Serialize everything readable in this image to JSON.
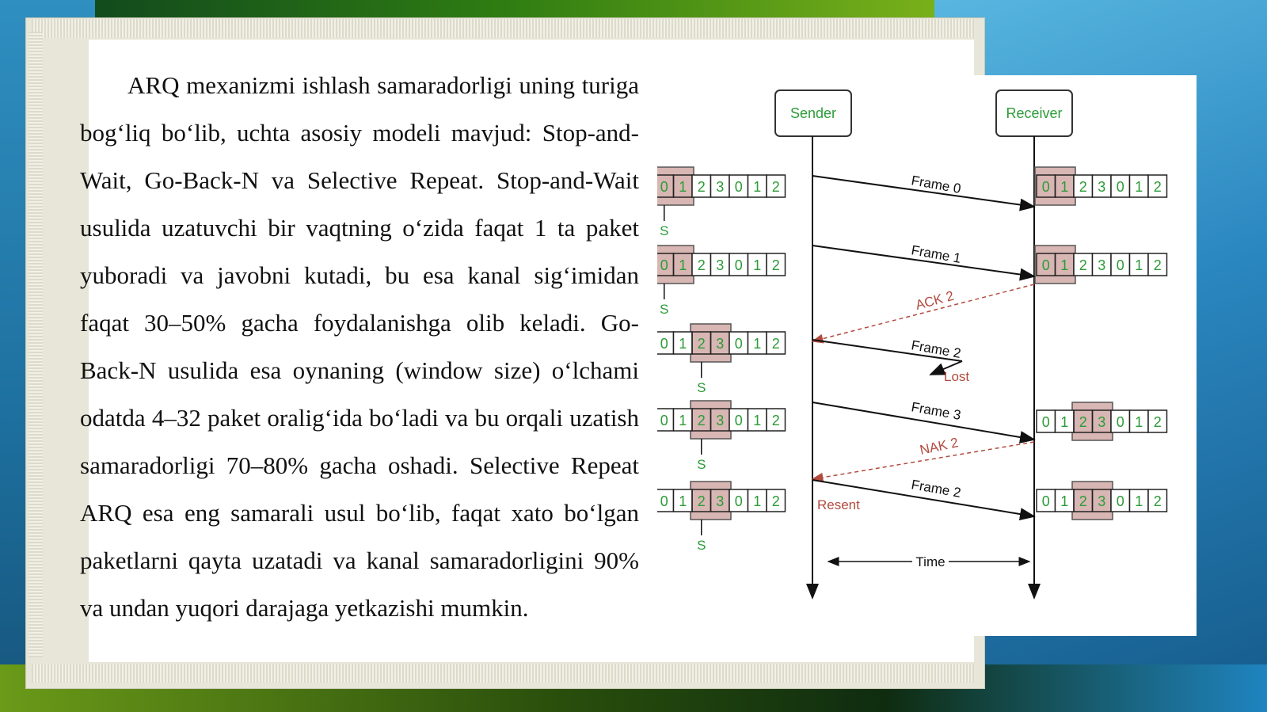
{
  "paragraph": "ARQ mexanizmi ishlash samaradorligi uning turiga bog‘liq bo‘lib, uchta asosiy modeli mavjud: Stop-and-Wait, Go-Back-N va Selective Repeat. Stop-and-Wait usulida uzatuvchi bir vaqtning o‘zida faqat 1 ta paket yuboradi va javobni kutadi, bu esa kanal sig‘imidan faqat 30–50% gacha foydalanishga olib keladi. Go-Back-N usulida esa oynaning (window size) o‘lchami odatda 4–32 paket oralig‘ida bo‘ladi va bu orqali uzatish samaradorligi 70–80% gacha oshadi. Selective Repeat ARQ esa eng samarali usul bo‘lib, faqat xato bo‘lgan paketlarni qayta uzatadi va kanal samaradorligini 90% va undan yuqori darajaga yetkazishi mumkin.",
  "diagram": {
    "sender_label": "Sender",
    "receiver_label": "Receiver",
    "time_label": "Time",
    "sequence": [
      "0",
      "1",
      "2",
      "3",
      "0",
      "1",
      "2"
    ],
    "sender_windows": [
      {
        "start": 0,
        "pointer": "S"
      },
      {
        "start": 0,
        "pointer": "S"
      },
      {
        "start": 2,
        "pointer": "S"
      },
      {
        "start": 2,
        "pointer": "S"
      },
      {
        "start": 2,
        "pointer": "S"
      }
    ],
    "receiver_windows": [
      {
        "start": 0
      },
      {
        "start": 0
      },
      null,
      {
        "start": 2
      },
      {
        "start": 2
      }
    ],
    "messages": [
      {
        "label": "Frame 0",
        "kind": "frame",
        "status": ""
      },
      {
        "label": "Frame 1",
        "kind": "frame",
        "status": ""
      },
      {
        "label": "ACK 2",
        "kind": "ack",
        "status": ""
      },
      {
        "label": "Frame 2",
        "kind": "frame",
        "status": "Lost"
      },
      {
        "label": "Frame 3",
        "kind": "frame",
        "status": ""
      },
      {
        "label": "NAK 2",
        "kind": "ack",
        "status": ""
      },
      {
        "label": "Frame 2",
        "kind": "frame",
        "status": "Resent"
      }
    ],
    "colors": {
      "window_fill": "#d8b6b3",
      "window_border": "#555555",
      "green_text": "#2c9b38",
      "ack_red": "#b34a3e",
      "line": "#111111"
    }
  }
}
